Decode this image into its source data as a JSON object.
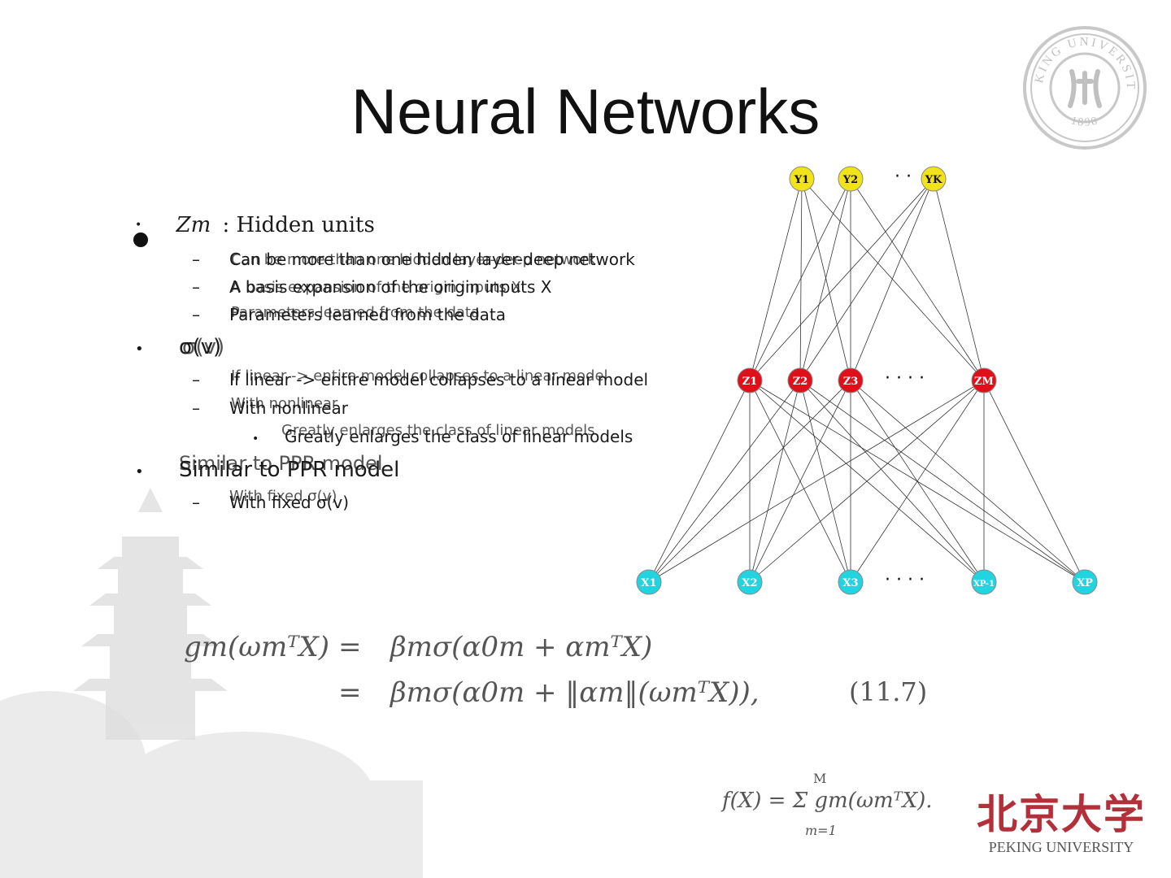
{
  "slide": {
    "title": "Neural Networks"
  },
  "bullets": {
    "zm_symbol": "Zm",
    "zm_label": ": Hidden units",
    "zm_subs": [
      "Can be more than one hidden layer-deep network",
      "A basis expansion of the origin inputs X",
      "Parameters learned from the data"
    ],
    "sigma": "σ(v)",
    "sigma_subs": [
      "If linear -> entire model collapses to a linear model",
      "With nonlinear"
    ],
    "sigma_subsub": "Greatly enlarges the class of linear models",
    "ppr": "Similar to PPR model",
    "ppr_subs": [
      "With fixed σ(v)"
    ]
  },
  "network": {
    "output_nodes": [
      "Y1",
      "Y2",
      "YK"
    ],
    "hidden_nodes": [
      "Z1",
      "Z2",
      "Z3",
      "ZM"
    ],
    "input_nodes": [
      "X1",
      "X2",
      "X3",
      "XP-1",
      "XP"
    ],
    "ellipsis_top": "· ·",
    "ellipsis_mid": "· · · ·",
    "ellipsis_bottom": "· · · ·",
    "colors": {
      "output": "#f2e21a",
      "hidden": "#e0101a",
      "input": "#22d3e0",
      "edge": "#333333"
    }
  },
  "equations": {
    "eq_line1_lhs": "gm(ωmᵀX)",
    "eq_eq": "=",
    "eq_line1_rhs": "βmσ(α0m + αmᵀX)",
    "eq_line2_rhs": "βmσ(α0m + ‖αm‖(ωmᵀX)),",
    "eq_number": "(11.7)",
    "f_eq": "f(X) = Σ gm(ωmᵀX).",
    "sum_upper": "M",
    "sum_lower": "m=1"
  },
  "logo": {
    "chinese": "北京大学",
    "english": "PEKING UNIVERSITY",
    "seal_text": "PEKING UNIVERSITY",
    "seal_year": "1898"
  }
}
